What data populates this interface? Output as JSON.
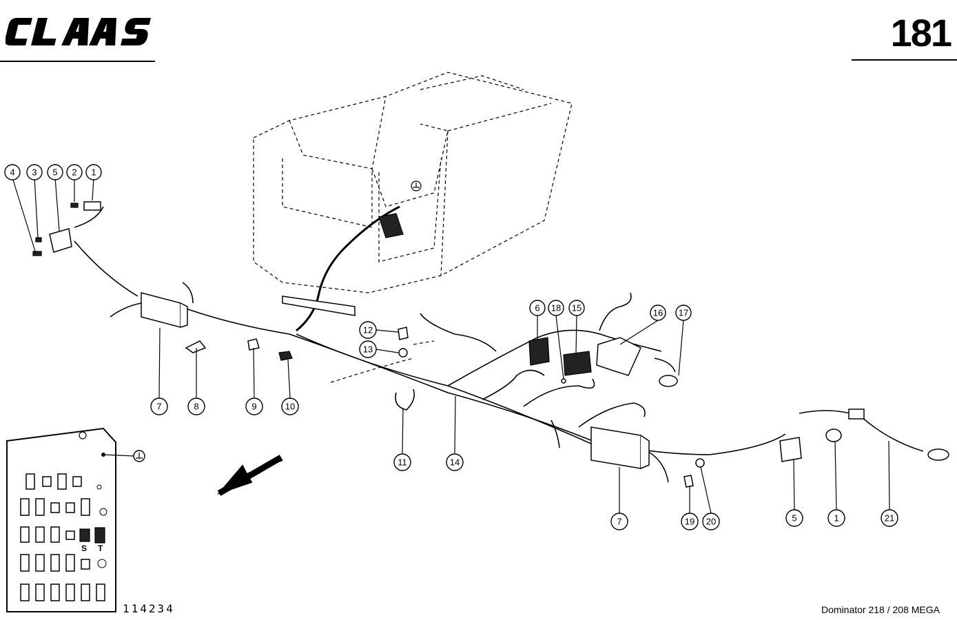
{
  "header": {
    "logo_text": "CLAAS",
    "page_number": "181"
  },
  "footer": {
    "drawing_number": "114234",
    "model": "Dominator 218 / 208 MEGA"
  },
  "callouts": [
    "4",
    "3",
    "5",
    "2",
    "1",
    "7",
    "8",
    "9",
    "10",
    "12",
    "13",
    "11",
    "14",
    "6",
    "18",
    "15",
    "16",
    "17",
    "7",
    "19",
    "20",
    "5",
    "1",
    "21"
  ],
  "fuse_panel": {
    "fuse_label_s": "S",
    "fuse_label_t": "T",
    "ground_symbol": "⊥"
  },
  "icons": {
    "direction_arrow": "arrow-down-left-icon",
    "ground": "ground-symbol-icon"
  }
}
